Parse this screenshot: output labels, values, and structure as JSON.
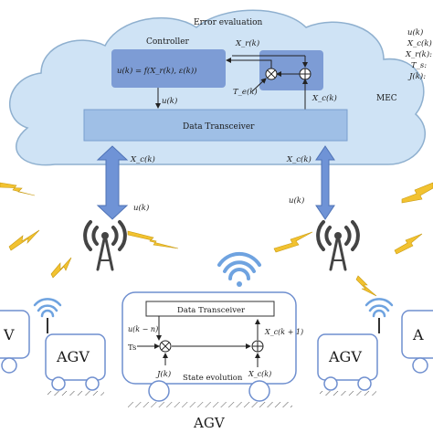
{
  "cloud": {
    "error_evaluation": "Error evaluation",
    "controller": "Controller",
    "control_law": "u(k) = f(X_r(k), ε(k))",
    "xr": "X_r(k)",
    "te": "T_e(k)",
    "xc": "X_c(k)",
    "uk": "u(k)",
    "transceiver": "Data Transceiver",
    "mec": "MEC"
  },
  "side_legend": [
    "u(k)",
    "X_c(k)",
    "X_r(k):",
    "T_s:",
    "J(k):"
  ],
  "links": {
    "left_up": "X_c(k)",
    "left_down": "u(k)",
    "right_up": "X_c(k)",
    "right_down": "u(k)"
  },
  "agv_center": {
    "transceiver": "Data Transceiver",
    "u_delay": "u(k − n)",
    "ts": "Ts",
    "jk": "J(k)",
    "xc_next": "X_c(k + 1)",
    "xc": "X_c(k)",
    "state_evolution": "State evolution",
    "caption": "AGV"
  },
  "agv_side": {
    "left": "AGV",
    "right": "AGV",
    "left_partial": "V",
    "right_partial": "A"
  },
  "colors": {
    "cloud_fill": "#cfe3f5",
    "cloud_stroke": "#8fb0cf",
    "box_fill": "#6f8fcf",
    "transceiver_fill": "#9fbfe6",
    "arrow_fill": "#6f93d6",
    "lightning": "#f2c230",
    "wifi": "#6fa3e0"
  }
}
